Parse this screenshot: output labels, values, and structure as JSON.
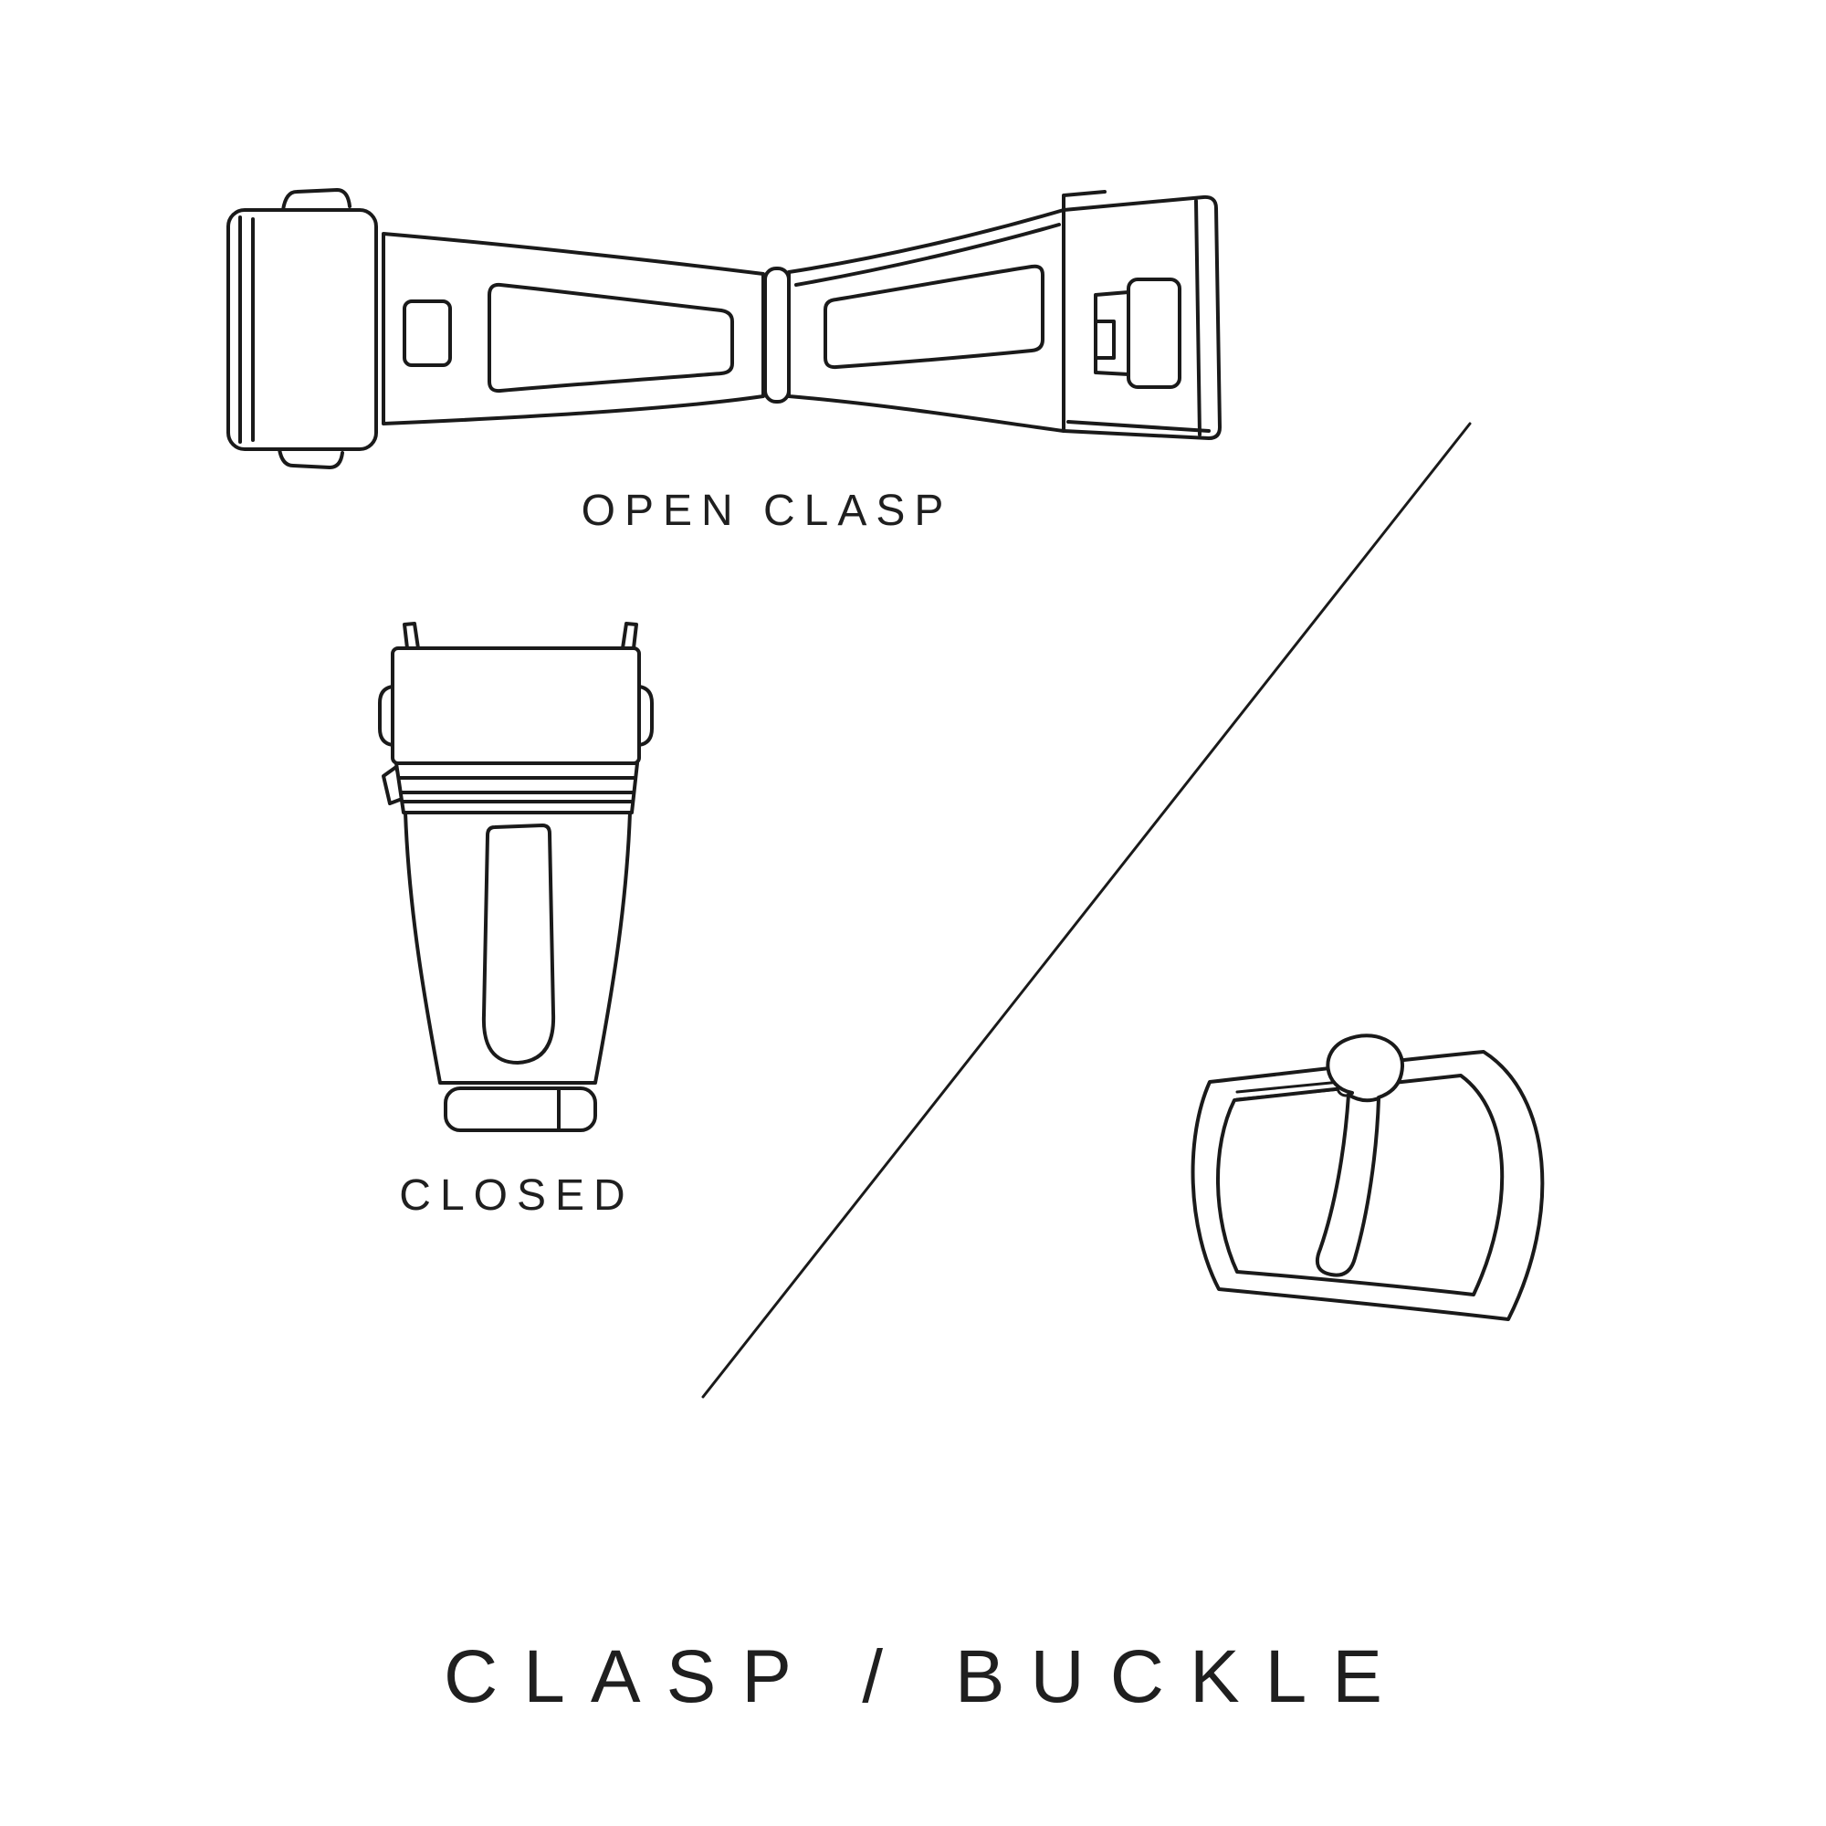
{
  "page": {
    "background": "#ffffff",
    "line_color": "#1a1a1a",
    "text_color": "#1f1f1f"
  },
  "labels": {
    "open_clasp": "OPEN CLASP",
    "closed": "CLOSED",
    "title": "CLASP / BUCKLE"
  },
  "illustrations": [
    {
      "name": "open-clasp",
      "caption": "OPEN CLASP"
    },
    {
      "name": "closed-clasp",
      "caption": "CLOSED"
    },
    {
      "name": "tang-buckle",
      "caption": ""
    }
  ]
}
